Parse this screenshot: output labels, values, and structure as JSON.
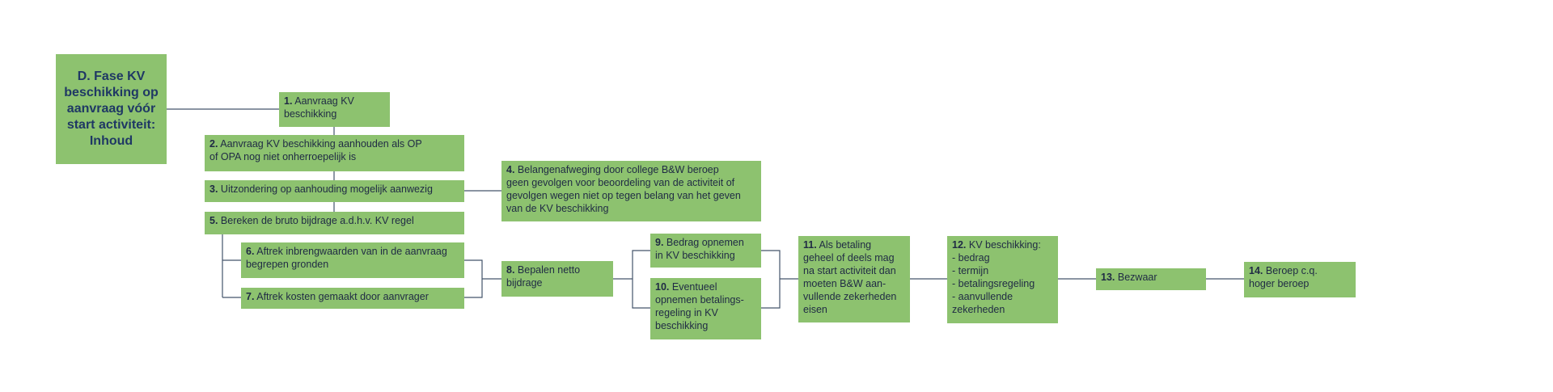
{
  "title": "D. Fase KV beschikking op aanvraag vóór start activiteit: Inhoud",
  "steps": [
    {
      "num": "1.",
      "text": "Aanvraag KV\nbeschikking"
    },
    {
      "num": "2.",
      "text": "Aanvraag KV beschikking aanhouden als OP\nof OPA nog niet onherroepelijk is"
    },
    {
      "num": "3.",
      "text": "Uitzondering op aanhouding mogelijk aanwezig"
    },
    {
      "num": "4.",
      "text": "Belangenafweging door college B&W beroep\ngeen gevolgen voor beoordeling van de activiteit of\ngevolgen wegen niet op tegen belang van het geven\nvan de KV beschikking"
    },
    {
      "num": "5.",
      "text": "Bereken de bruto bijdrage a.d.h.v. KV regel"
    },
    {
      "num": "6.",
      "text": "Aftrek inbrengwaarden van in de aanvraag\nbegrepen gronden"
    },
    {
      "num": "7.",
      "text": "Aftrek kosten gemaakt door aanvrager"
    },
    {
      "num": "8.",
      "text": "Bepalen netto\nbijdrage"
    },
    {
      "num": "9.",
      "text": "Bedrag opnemen\nin KV beschikking"
    },
    {
      "num": "10.",
      "text": "Eventueel\nopnemen betalings-\nregeling in KV\nbeschikking"
    },
    {
      "num": "11.",
      "text": "Als betaling\ngeheel of deels mag\nna start activiteit dan\nmoeten B&W aan-\nvullende zekerheden\neisen"
    },
    {
      "num": "12.",
      "text": "KV beschikking:\n- bedrag\n- termijn\n- betalingsregeling\n- aanvullende\n  zekerheden"
    },
    {
      "num": "13.",
      "text": "Bezwaar"
    },
    {
      "num": "14.",
      "text": "Beroep c.q.\nhoger beroep"
    }
  ],
  "colors": {
    "box": "#8dc26f",
    "line": "#44546a",
    "text": "#1f2a44",
    "title_text": "#1f3864"
  }
}
